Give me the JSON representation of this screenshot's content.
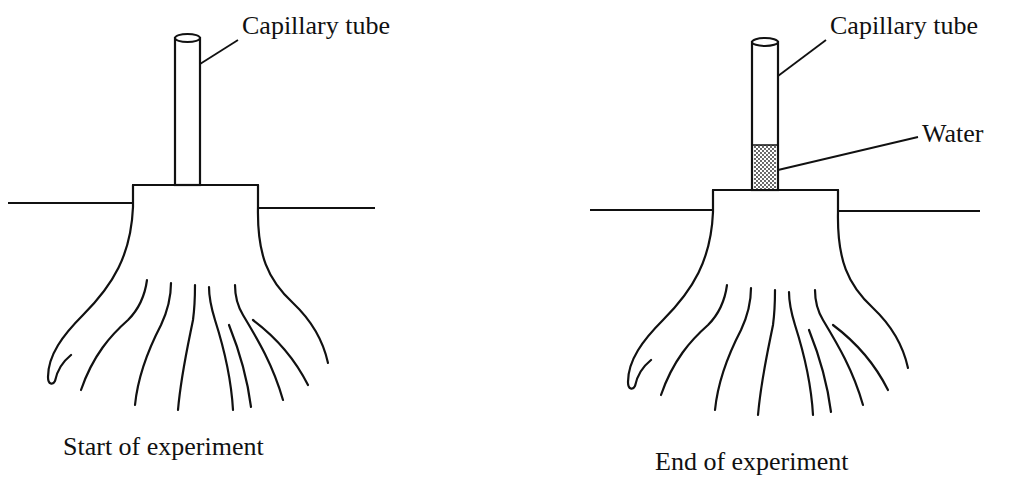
{
  "diagram": {
    "labels": [
      "Capillary tube",
      "Capillary tube",
      "Water",
      "Start of experiment",
      "End of experiment"
    ]
  }
}
